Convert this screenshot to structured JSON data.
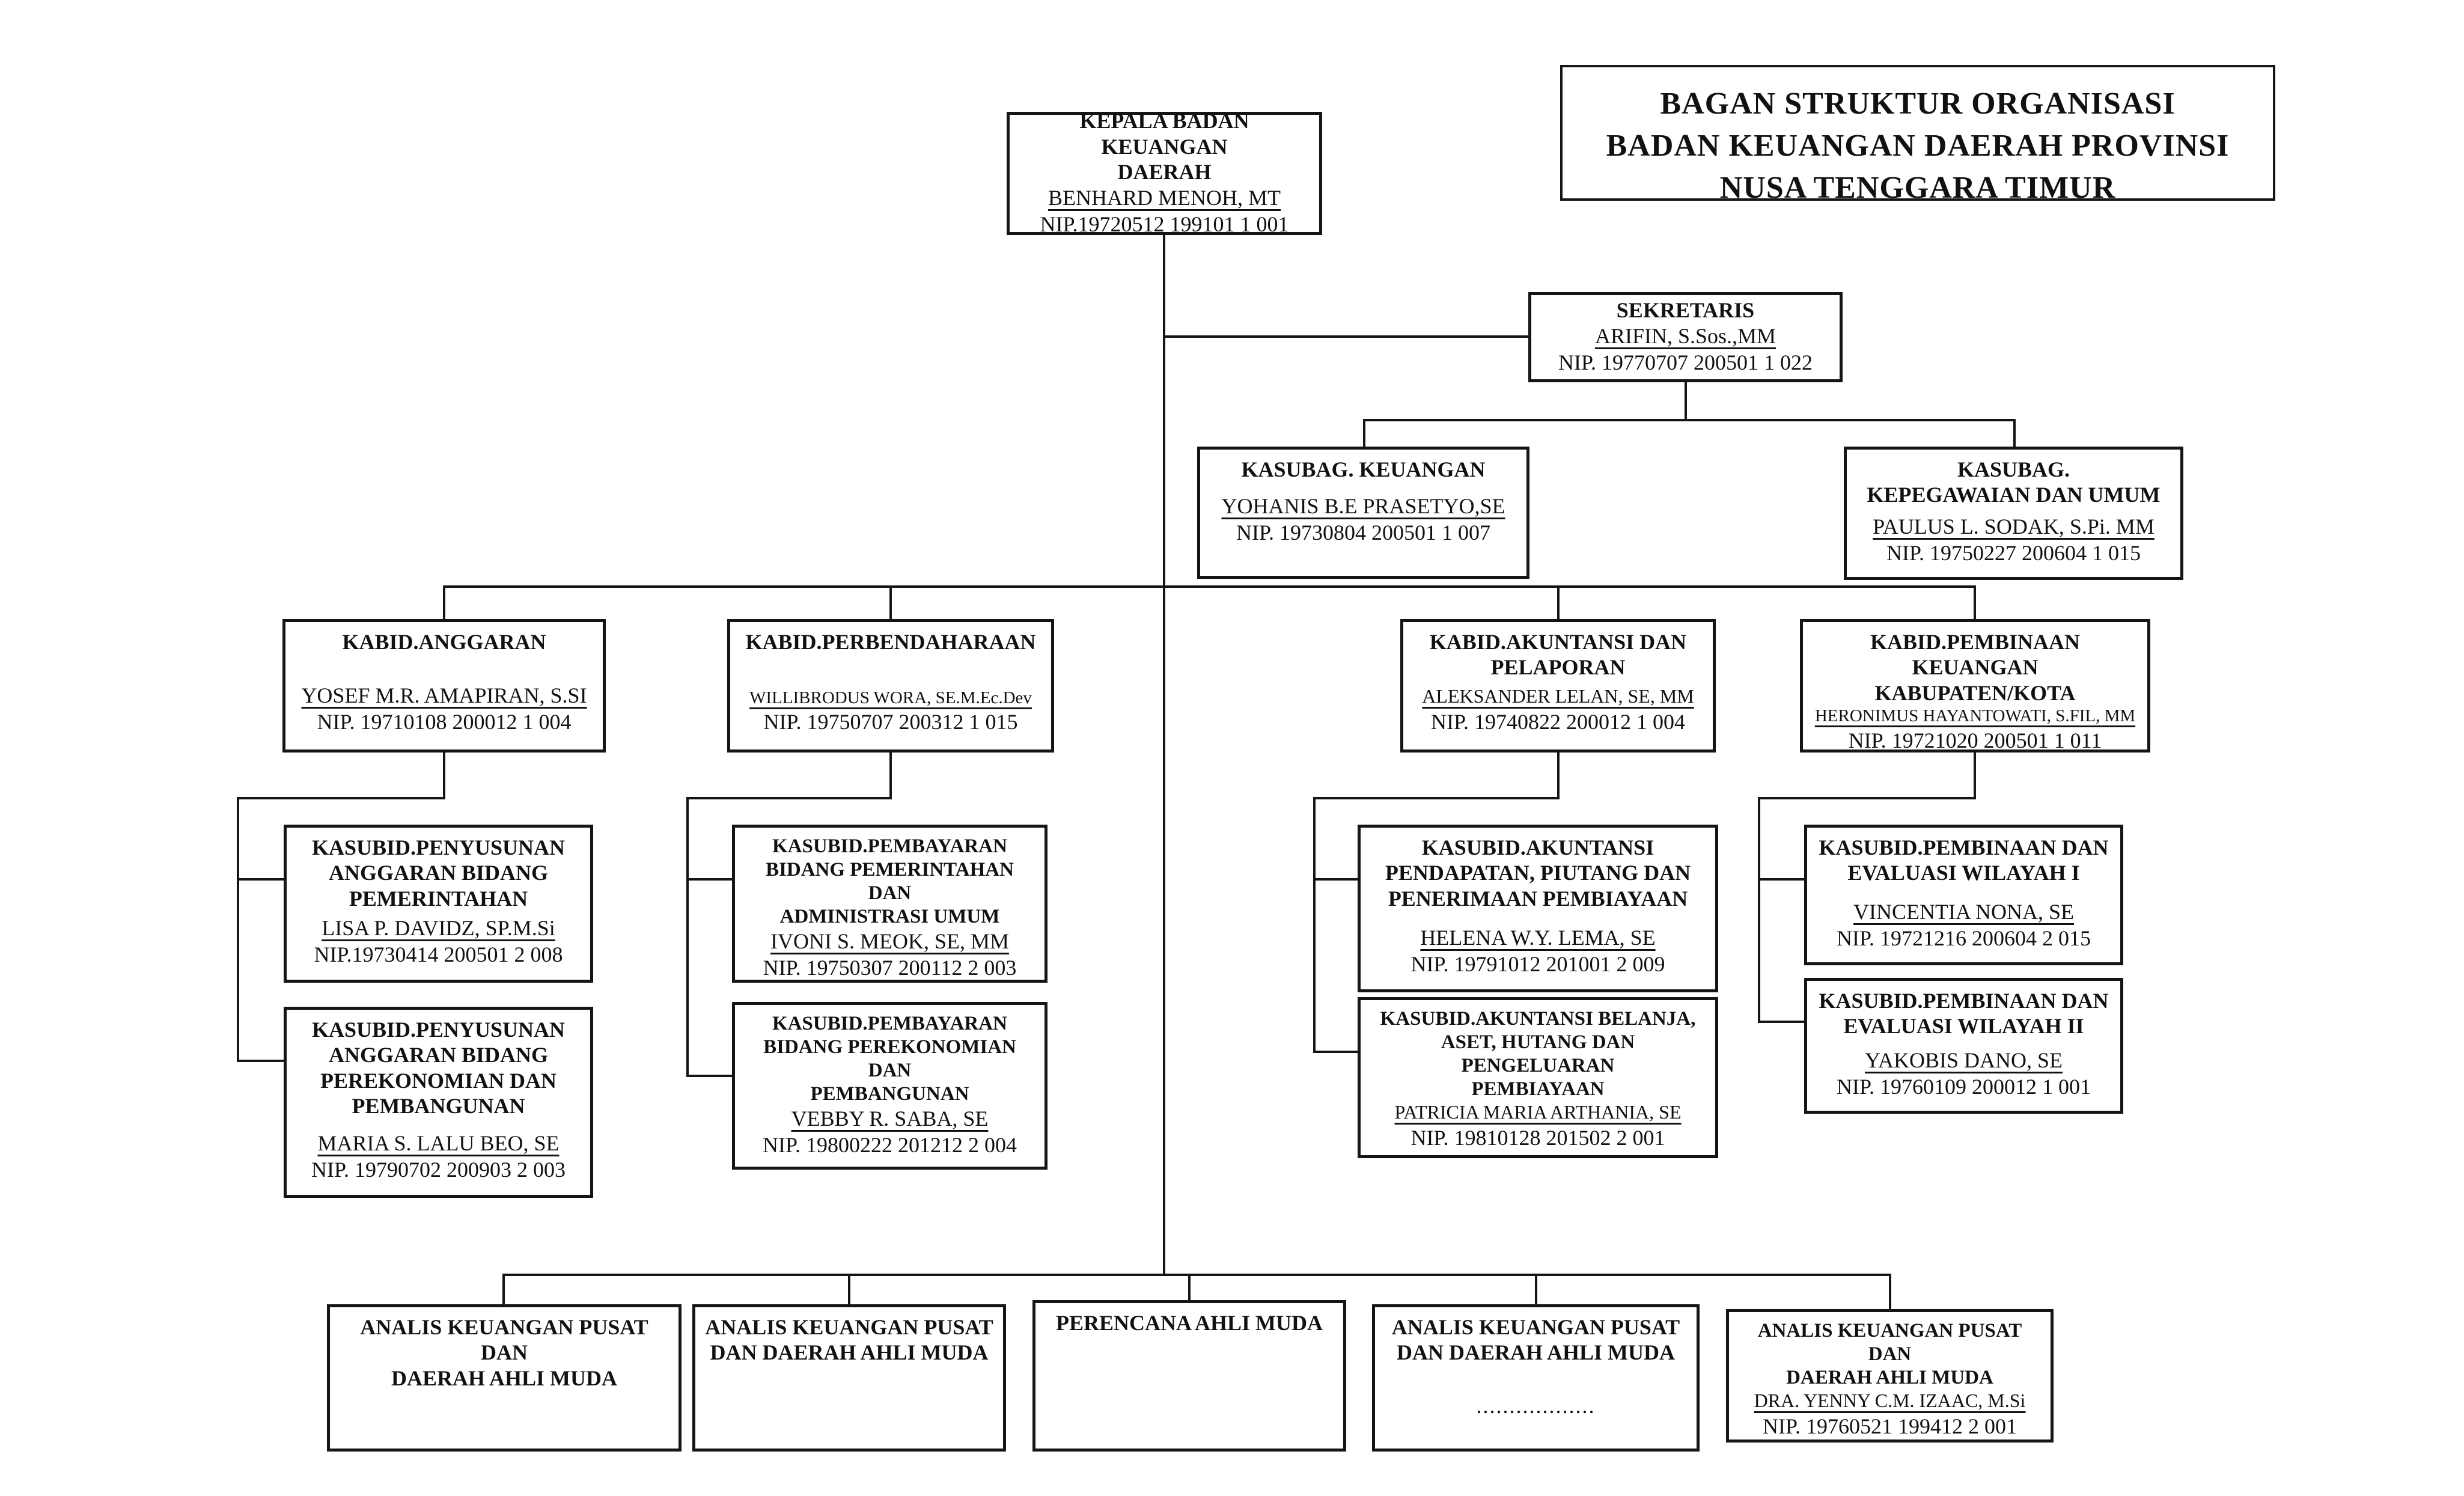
{
  "header": {
    "title_lines": [
      "BAGAN STRUKTUR ORGANISASI",
      "BADAN KEUANGAN DAERAH PROVINSI",
      "NUSA TENGGARA TIMUR"
    ]
  },
  "nodes": {
    "kepala": {
      "title": "KEPALA BADAN KEUANGAN\nDAERAH",
      "name": "BENHARD MENOH, MT",
      "nip": "NIP.19720512 199101 1 001"
    },
    "sekretaris": {
      "title": "SEKRETARIS",
      "name": "ARIFIN, S.Sos.,MM",
      "nip": "NIP. 19770707 200501 1 022"
    },
    "kasubag_keuangan": {
      "title": "KASUBAG. KEUANGAN",
      "name": "YOHANIS B.E PRASETYO,SE",
      "nip": "NIP. 19730804 200501 1 007"
    },
    "kasubag_kepegawaian": {
      "title": "KASUBAG.\nKEPEGAWAIAN DAN UMUM",
      "name": "PAULUS L. SODAK, S.Pi. MM",
      "nip": "NIP. 19750227 200604 1 015"
    },
    "kabid_anggaran": {
      "title": "KABID.ANGGARAN",
      "name": "YOSEF M.R. AMAPIRAN, S.SI",
      "nip": "NIP. 19710108 200012 1 004"
    },
    "kabid_perbendaharaan": {
      "title": "KABID.PERBENDAHARAAN",
      "name": "WILLIBRODUS WORA, SE.M.Ec.Dev",
      "nip": "NIP. 19750707 200312 1 015"
    },
    "kabid_akuntansi": {
      "title": "KABID.AKUNTANSI DAN\nPELAPORAN",
      "name": "ALEKSANDER LELAN, SE, MM",
      "nip": "NIP. 19740822 200012 1 004"
    },
    "kabid_pembinaan": {
      "title": "KABID.PEMBINAAN KEUANGAN\nKABUPATEN/KOTA",
      "name": "HERONIMUS HAYANTOWATI, S.FIL, MM",
      "nip": "NIP. 19721020 200501 1 011"
    },
    "kasubid_penyusunan_pemerintahan": {
      "title": "KASUBID.PENYUSUNAN\nANGGARAN BIDANG\nPEMERINTAHAN",
      "name": "LISA P. DAVIDZ, SP.M.Si",
      "nip": "NIP.19730414 200501 2 008"
    },
    "kasubid_penyusunan_perekonomian": {
      "title": "KASUBID.PENYUSUNAN\nANGGARAN BIDANG\nPEREKONOMIAN DAN\nPEMBANGUNAN",
      "name": "MARIA S. LALU BEO, SE",
      "nip": "NIP. 19790702 200903 2 003"
    },
    "kasubid_pembayaran_pemerintahan": {
      "title": "KASUBID.PEMBAYARAN\nBIDANG PEMERINTAHAN DAN\nADMINISTRASI UMUM",
      "name": "IVONI S. MEOK, SE, MM",
      "nip": "NIP. 19750307 200112 2 003"
    },
    "kasubid_pembayaran_perekonomian": {
      "title": "KASUBID.PEMBAYARAN\nBIDANG PEREKONOMIAN DAN\nPEMBANGUNAN",
      "name": "VEBBY R. SABA, SE",
      "nip": "NIP. 19800222 201212 2 004"
    },
    "kasubid_akuntansi_pendapatan": {
      "title": "KASUBID.AKUNTANSI\nPENDAPATAN, PIUTANG DAN\nPENERIMAAN PEMBIAYAAN",
      "name": "HELENA W.Y. LEMA, SE",
      "nip": "NIP. 19791012 201001 2 009"
    },
    "kasubid_akuntansi_belanja": {
      "title": "KASUBID.AKUNTANSI BELANJA,\nASET, HUTANG DAN PENGELUARAN\nPEMBIAYAAN",
      "name": "PATRICIA MARIA ARTHANIA, SE",
      "nip": "NIP. 19810128 201502 2 001"
    },
    "kasubid_wilayah_1": {
      "title": "KASUBID.PEMBINAAN DAN\nEVALUASI WILAYAH I",
      "name": "VINCENTIA NONA, SE",
      "nip": "NIP. 19721216 200604 2 015"
    },
    "kasubid_wilayah_2": {
      "title": "KASUBID.PEMBINAAN DAN\nEVALUASI WILAYAH II",
      "name": "YAKOBIS DANO, SE",
      "nip": "NIP. 19760109 200012 1 001"
    },
    "analis_1": {
      "title": "ANALIS KEUANGAN PUSAT DAN\nDAERAH AHLI MUDA"
    },
    "analis_2": {
      "title": "ANALIS KEUANGAN PUSAT\nDAN DAERAH AHLI MUDA"
    },
    "perencana": {
      "title": "PERENCANA AHLI MUDA"
    },
    "analis_3": {
      "title": "ANALIS KEUANGAN PUSAT\nDAN DAERAH AHLI MUDA",
      "dots": ".................."
    },
    "analis_4": {
      "title": "ANALIS KEUANGAN PUSAT DAN\nDAERAH AHLI MUDA",
      "name": "DRA. YENNY C.M. IZAAC, M.Si",
      "nip": "NIP. 19760521 199412 2 001"
    }
  }
}
